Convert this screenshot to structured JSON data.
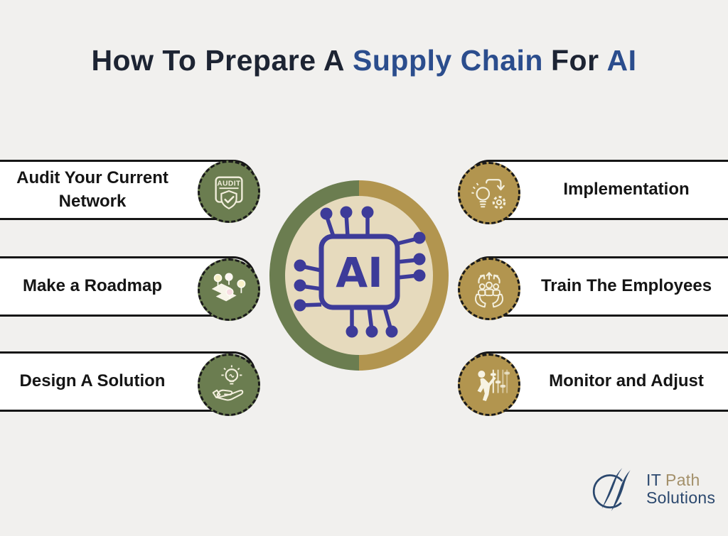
{
  "title": {
    "prefix": "How To Prepare A",
    "highlight": "Supply Chain",
    "middle": "For",
    "highlight2": "AI"
  },
  "center_badge": {
    "label": "AI"
  },
  "steps": {
    "left": [
      {
        "label": "Audit Your Current\nNetwork",
        "icon": "audit-shield-icon",
        "icon_text": "AUDIT"
      },
      {
        "label": "Make a Roadmap",
        "icon": "roadmap-pins-icon"
      },
      {
        "label": "Design A Solution",
        "icon": "idea-hand-icon"
      }
    ],
    "right": [
      {
        "label": "Implementation",
        "icon": "bulb-process-gear-icon"
      },
      {
        "label": "Train The Employees",
        "icon": "team-training-icon"
      },
      {
        "label": "Monitor and Adjust",
        "icon": "monitor-sliders-icon"
      }
    ]
  },
  "logo": {
    "name_part1": "IT",
    "name_part2": "Path",
    "name_line2": "Solutions"
  },
  "colors": {
    "background": "#f1f0ee",
    "olive_green": "#6b7d50",
    "gold": "#b2954f",
    "beige": "#e6dabd",
    "chip_indigo": "#3d3b99",
    "title_dark": "#1d2433",
    "title_blue": "#2b4d8d",
    "logo_navy": "#2b486e",
    "logo_gold": "#a3906a",
    "icon_stroke": "#f3efdd"
  }
}
